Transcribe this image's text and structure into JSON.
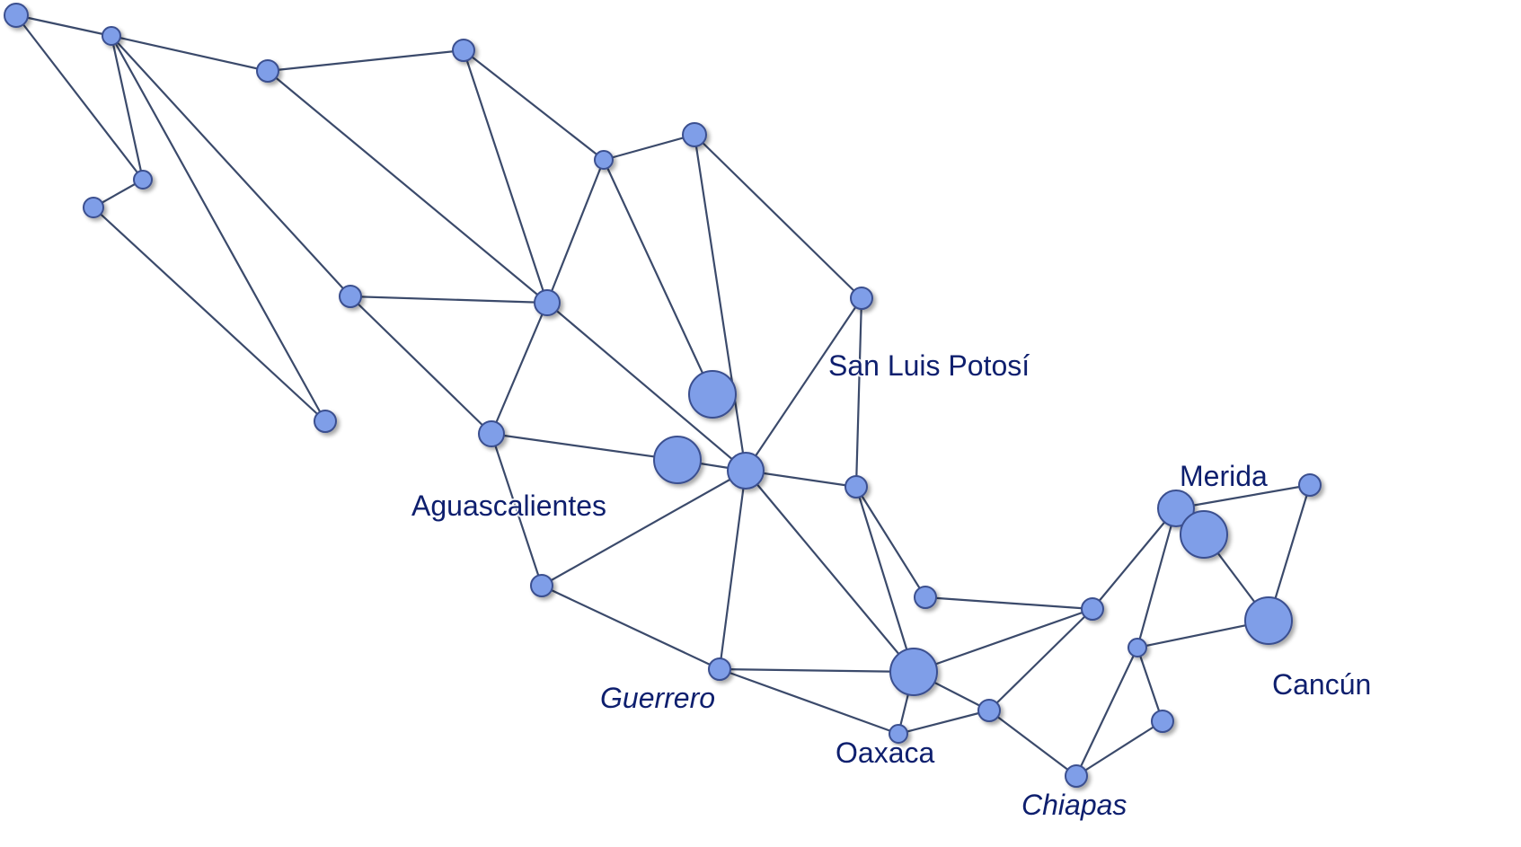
{
  "colors": {
    "node_fill": "#7f9ee8",
    "node_stroke": "#3a4f8f",
    "edge": "#3b4a6b",
    "label_text": "#0e1f6e",
    "background": "#ffffff"
  },
  "labels": {
    "san_luis_potosi": "San Luis Potosí",
    "aguascalientes": "Aguascalientes",
    "merida": "Merida",
    "cancun": "Cancún",
    "guerrero": "Guerrero",
    "oaxaca": "Oaxaca",
    "chiapas": "Chiapas"
  }
}
